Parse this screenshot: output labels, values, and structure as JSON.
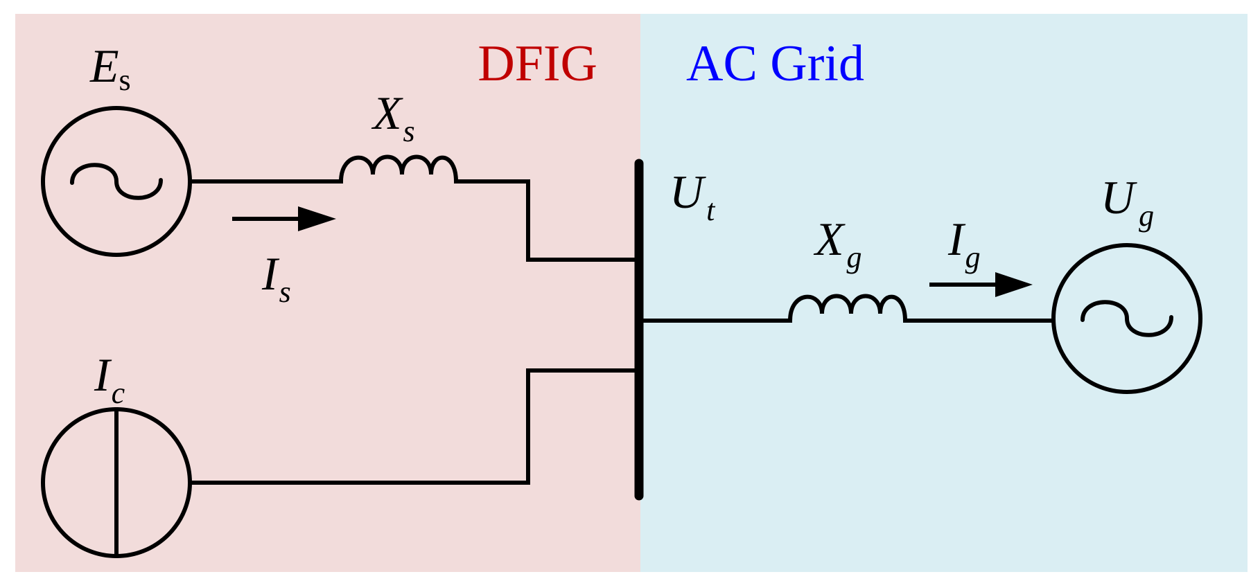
{
  "regions": {
    "dfig": {
      "label": "DFIG",
      "fill": "#f2dcdb",
      "text_color": "#c00000"
    },
    "grid": {
      "label": "AC Grid",
      "fill": "#daeef3",
      "text_color": "#0000ff"
    }
  },
  "labels": {
    "es": {
      "main": "E",
      "sub": "s"
    },
    "xs": {
      "main": "X",
      "sub": "s"
    },
    "is": {
      "main": "I",
      "sub": "s"
    },
    "ic": {
      "main": "I",
      "sub": "c"
    },
    "ut": {
      "main": "U",
      "sub": "t"
    },
    "xg": {
      "main": "X",
      "sub": "g"
    },
    "ig": {
      "main": "I",
      "sub": "g"
    },
    "ug": {
      "main": "U",
      "sub": "g"
    }
  },
  "components": {
    "stator_source": "ac-voltage-source-icon",
    "converter_source": "current-source-icon",
    "grid_source": "ac-voltage-source-icon"
  }
}
